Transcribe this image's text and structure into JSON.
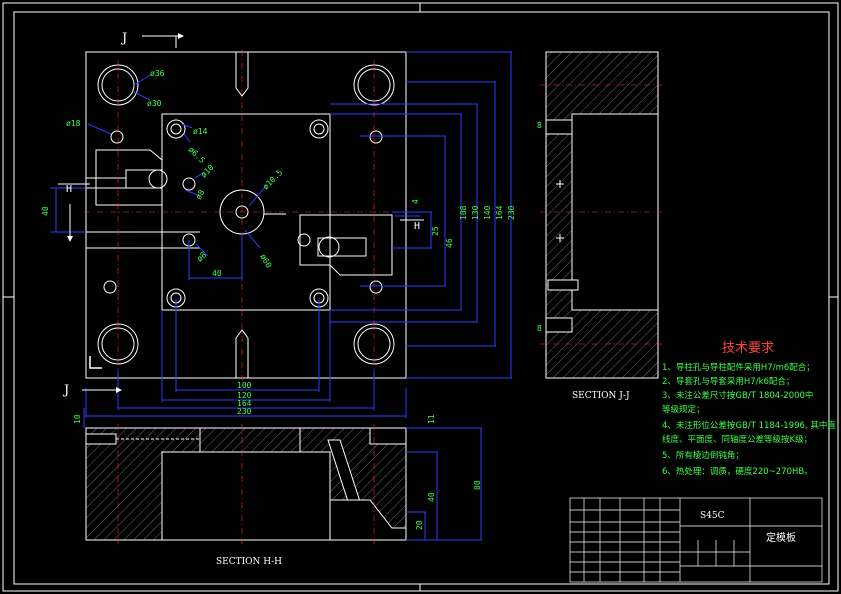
{
  "section_labels": {
    "j_mark": "J",
    "h_mark": "H",
    "section_jj": "SECTION J-J",
    "section_hh": "SECTION H-H"
  },
  "diameters": {
    "d36": "ø36",
    "d30": "ø30",
    "d18": "ø18",
    "d14": "ø14",
    "d6_5": "ø6.5",
    "d10": "ø10",
    "d8a": "ø8",
    "d10_5": "ø10.5",
    "d60": "ø60",
    "d8b": "ø8"
  },
  "dims_plan": {
    "v40": "40",
    "h40": "40",
    "h100": "100",
    "h120": "120",
    "h164": "164",
    "h230": "230",
    "v4": "4",
    "v25": "25",
    "v46": "46",
    "v108": "108",
    "v130": "130",
    "v140": "140",
    "v164": "164",
    "v230": "230"
  },
  "dims_section": {
    "v10": "10",
    "v11": "11",
    "v80": "80",
    "v40": "40",
    "v20": "20",
    "jj8a": "8",
    "jj8b": "8"
  },
  "tech": {
    "title": "技术要求",
    "lines": [
      "1、导柱孔与导柱配件采用H7/m6配合；",
      "2、导套孔与导套采用H7/k6配合；",
      "3、未注公差尺寸按GB/T 1804-2000中",
      "   等级规定；",
      "4、未注形位公差按GB/T 1184-1996, 其中直",
      "   线度、平面度、同轴度公差等级按K级；",
      "5、所有棱边倒钝角；",
      "6、热处理：调质，硬度220~270HB。"
    ]
  },
  "title_block": {
    "material": "S45C",
    "part_name": "定模板"
  },
  "colors": {
    "background": "#000000",
    "outline": "#ffffff",
    "dimension": "#2f3bff",
    "annotation": "#3cff4a",
    "title_text": "#ff4040",
    "centerline": "#ff3030",
    "hatch": "#8a8a8a"
  }
}
